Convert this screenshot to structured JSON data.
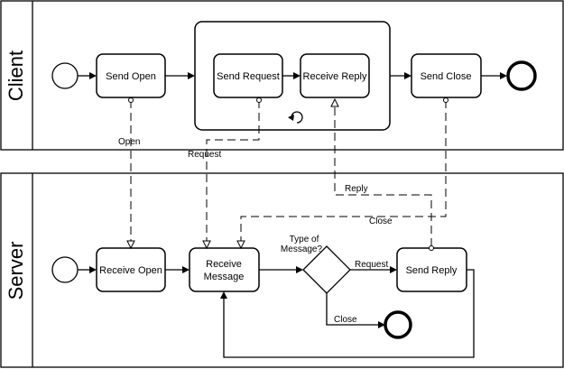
{
  "pools": {
    "client": "Client",
    "server": "Server"
  },
  "tasks": {
    "send_open": "Send Open",
    "send_request": "Send Request",
    "receive_reply": "Receive Reply",
    "send_close": "Send Close",
    "receive_open": "Receive Open",
    "receive_message_line1": "Receive",
    "receive_message_line2": "Message",
    "send_reply": "Send Reply"
  },
  "gateway": {
    "line1": "Type of",
    "line2": "Message?"
  },
  "flow_labels": {
    "request": "Request",
    "close": "Close"
  },
  "message_labels": {
    "open": "Open",
    "request": "Request",
    "reply": "Reply",
    "close": "Close"
  },
  "icons": {
    "loop": "loop-marker-icon",
    "start": "start-event-icon",
    "end": "end-event-icon"
  }
}
